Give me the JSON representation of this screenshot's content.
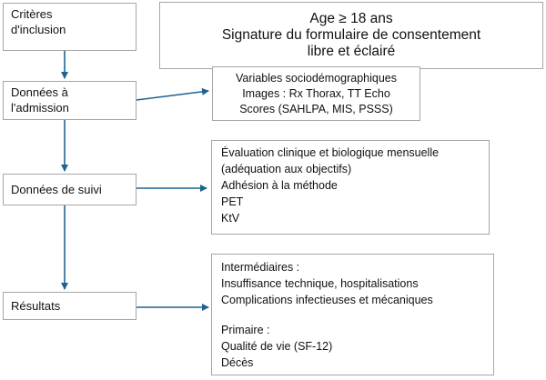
{
  "colors": {
    "arrow": "#1f6391",
    "border": "#a6a6a6"
  },
  "stages": {
    "inclusion": {
      "label": "Critères d'inclusion"
    },
    "admission": {
      "label": "Données à l'admission"
    },
    "followup": {
      "label": "Données de suivi"
    },
    "results": {
      "label": "Résultats"
    }
  },
  "details": {
    "inclusion": {
      "lines": [
        "Age ≥ 18 ans",
        "Signature du formulaire de consentement",
        "libre et éclairé"
      ]
    },
    "admission": {
      "lines": [
        "Variables sociodémographiques",
        "Images : Rx Thorax, TT Echo",
        "Scores (SAHLPA, MIS, PSSS)"
      ]
    },
    "followup": {
      "lines": [
        "Évaluation clinique et biologique mensuelle",
        "(adéquation aux objectifs)",
        "Adhésion à la méthode",
        "PET",
        "KtV"
      ]
    },
    "results": {
      "intermediate_title": "Intermédiaires :",
      "intermediate_lines": [
        "Insuffisance technique, hospitalisations",
        "Complications infectieuses et mécaniques"
      ],
      "primary_title": "Primaire :",
      "primary_lines": [
        "Qualité de vie (SF-12)",
        "Décès"
      ]
    }
  }
}
